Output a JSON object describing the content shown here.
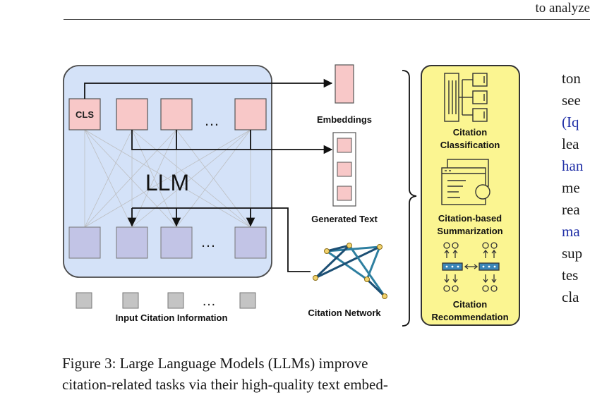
{
  "header": {
    "running_head": "to analyze"
  },
  "figure": {
    "llm_label": "LLM",
    "cls_label": "CLS",
    "ellipsis": "…",
    "input_label": "Input Citation Information",
    "embeddings_label": "Embeddings",
    "generated_text_label": "Generated Text",
    "citation_network_label": "Citation Network",
    "tasks": {
      "classification": [
        "Citation",
        "Classification"
      ],
      "summarization": [
        "Citation-based",
        "Summarization"
      ],
      "recommendation": [
        "Citation",
        "Recommendation"
      ]
    }
  },
  "caption": {
    "line1": "Figure 3: Large Language Models (LLMs) improve",
    "line2": "citation-related tasks via their high-quality text embed-"
  },
  "right_column": [
    {
      "text": "ton",
      "link": false
    },
    {
      "text": "see",
      "link": false
    },
    {
      "text": "(Iq",
      "link": true
    },
    {
      "text": "lea",
      "link": false
    },
    {
      "text": "han",
      "link": true
    },
    {
      "text": "me",
      "link": false
    },
    {
      "text": "rea",
      "link": false
    },
    {
      "text": "ma",
      "link": true
    },
    {
      "text": "sup",
      "link": false
    },
    {
      "text": "tes",
      "link": false
    },
    {
      "text": "cla",
      "link": false
    }
  ]
}
